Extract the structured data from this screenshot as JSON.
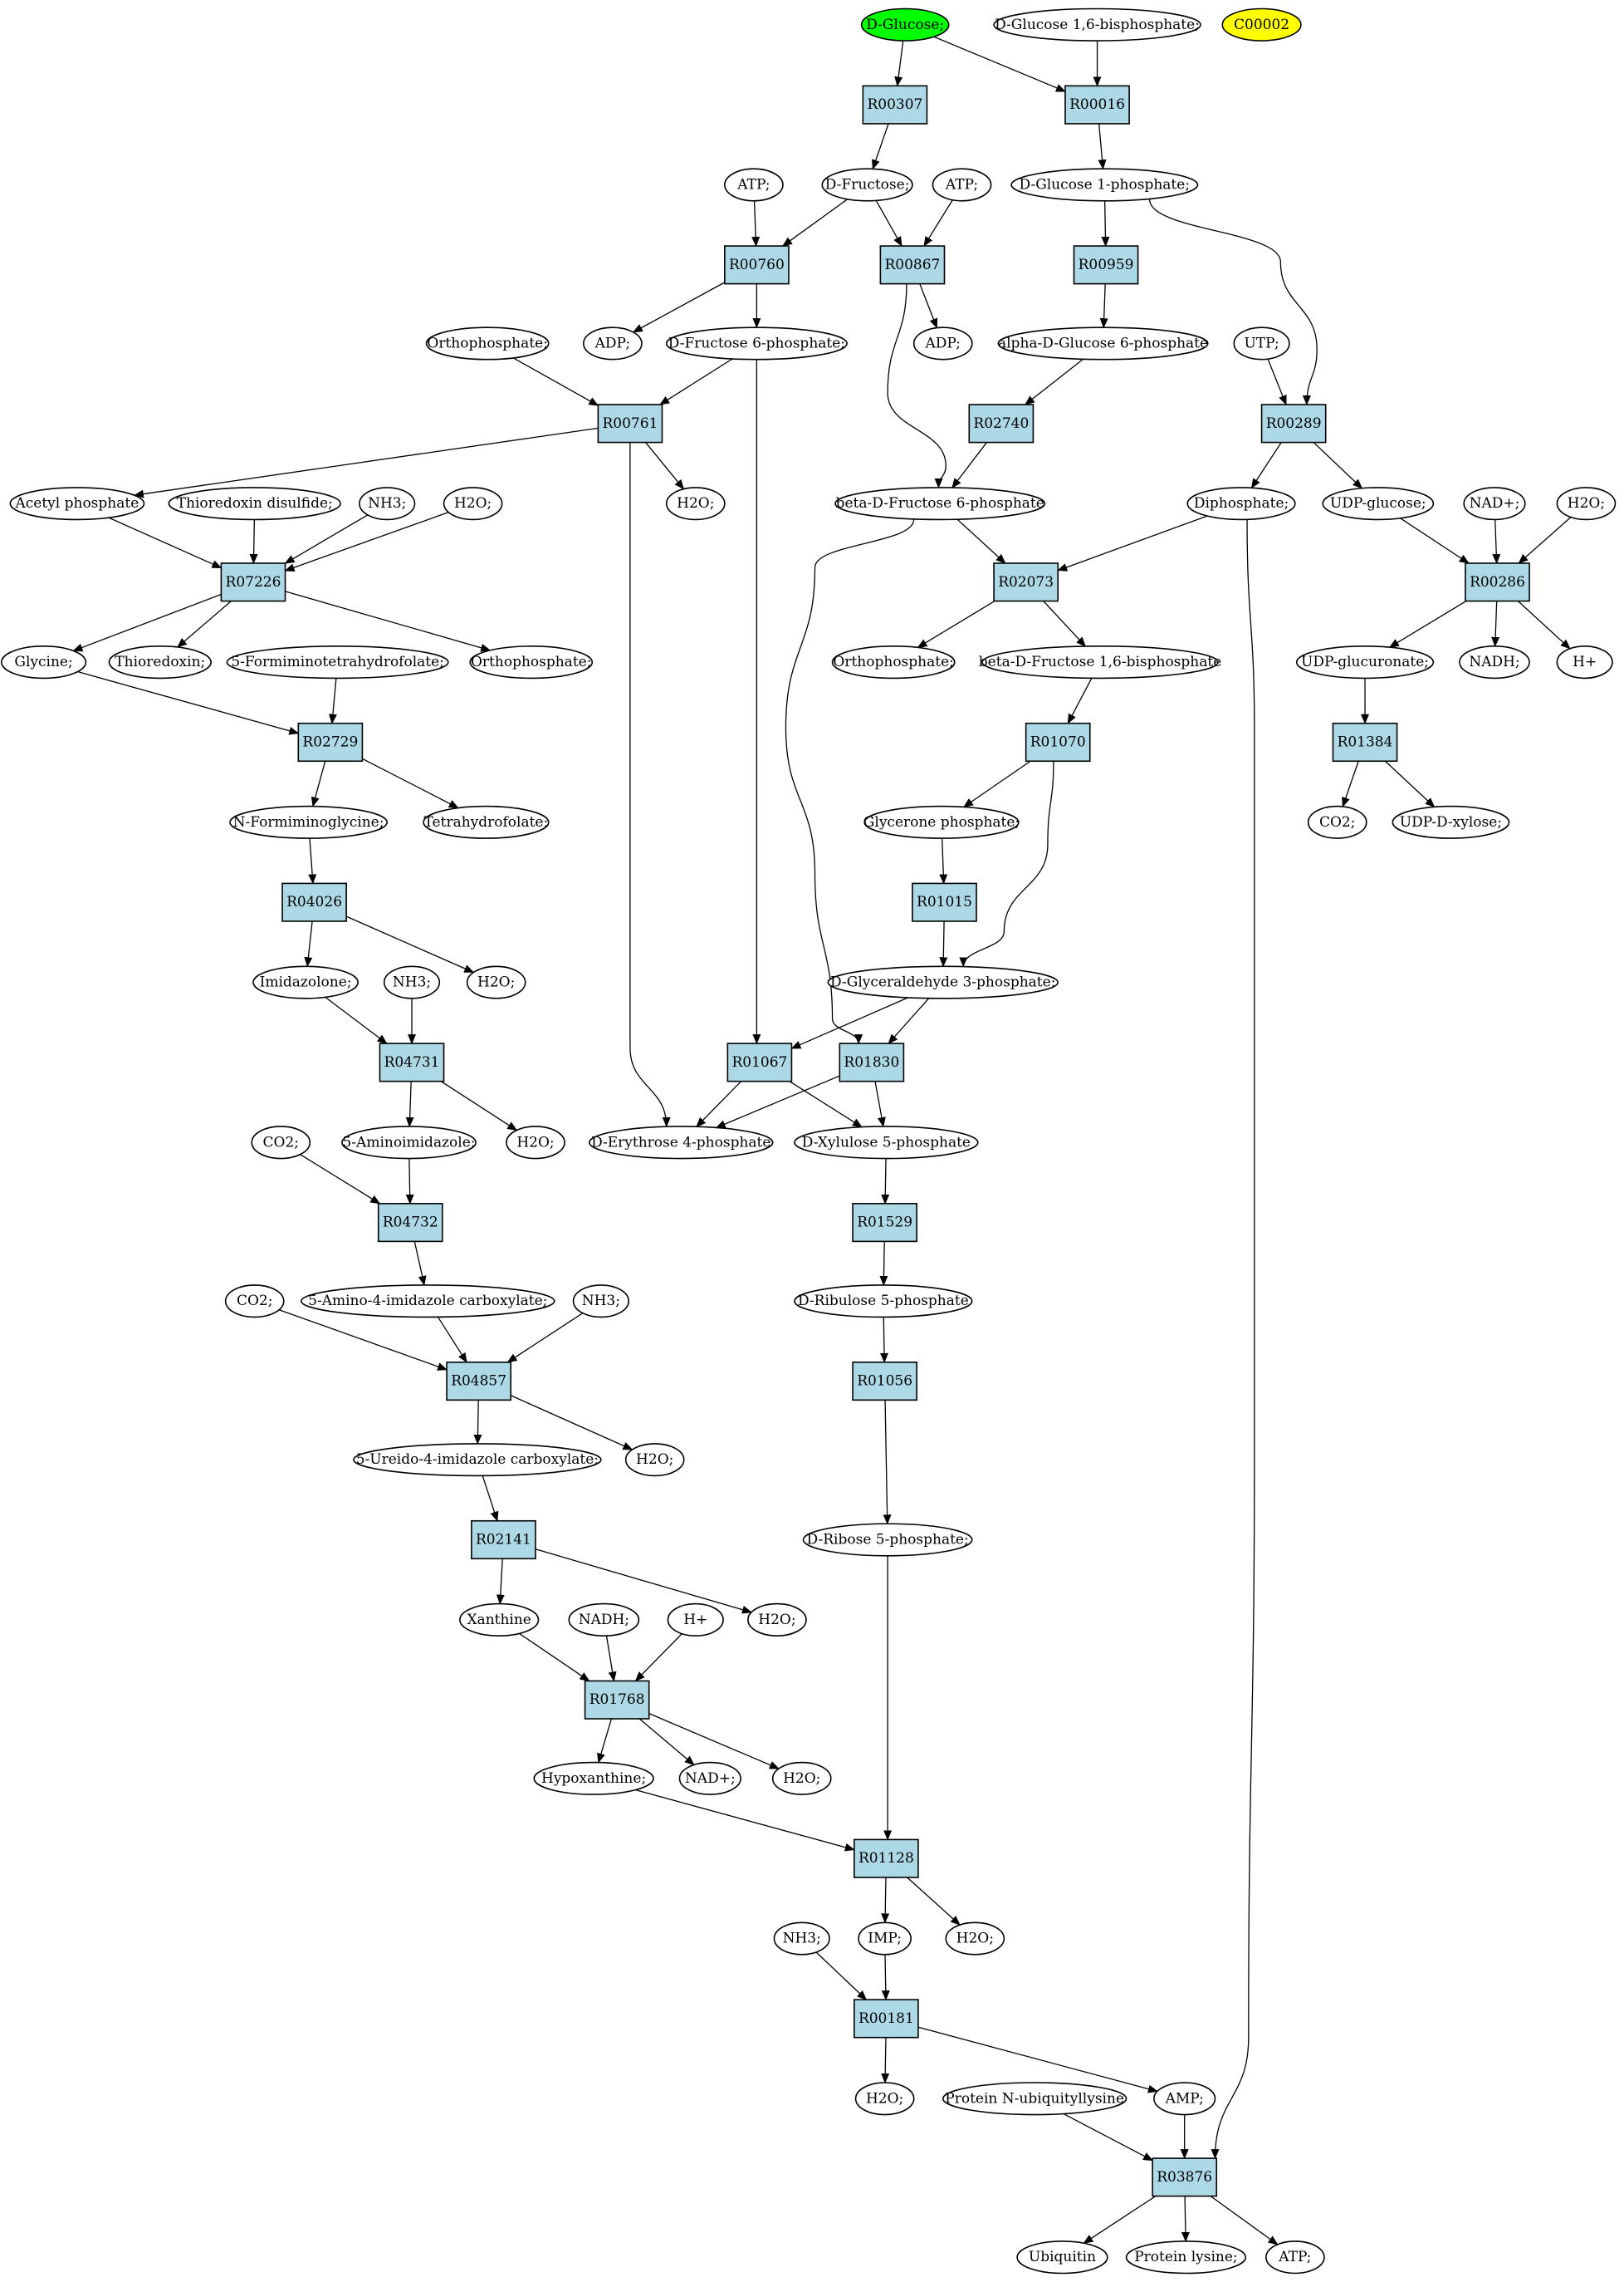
{
  "colors": {
    "reaction_fill": "#add8e6",
    "compound_fill": "#ffffff",
    "start_fill": "#00ff00",
    "highlight_fill": "#ffff00",
    "stroke": "#000000"
  },
  "nodes": {
    "c_glucose": {
      "label": "D-Glucose;",
      "kind": "compound",
      "style": "start"
    },
    "c_g16bp": {
      "label": "D-Glucose 1,6-bisphosphate;",
      "kind": "compound"
    },
    "c_c00002": {
      "label": "C00002",
      "kind": "compound",
      "style": "highlight"
    },
    "r_R00307": {
      "label": "R00307",
      "kind": "reaction"
    },
    "r_R00016": {
      "label": "R00016",
      "kind": "reaction"
    },
    "c_atp1": {
      "label": "ATP;",
      "kind": "compound"
    },
    "c_fructose": {
      "label": "D-Fructose;",
      "kind": "compound"
    },
    "c_atp2": {
      "label": "ATP;",
      "kind": "compound"
    },
    "c_g1p": {
      "label": "D-Glucose 1-phosphate;",
      "kind": "compound"
    },
    "r_R00760": {
      "label": "R00760",
      "kind": "reaction"
    },
    "r_R00867": {
      "label": "R00867",
      "kind": "reaction"
    },
    "r_R00959": {
      "label": "R00959",
      "kind": "reaction"
    },
    "c_orthophosphate1": {
      "label": "Orthophosphate;",
      "kind": "compound"
    },
    "c_adp1": {
      "label": "ADP;",
      "kind": "compound"
    },
    "c_f6p": {
      "label": "D-Fructose 6-phosphate;",
      "kind": "compound"
    },
    "c_adp2": {
      "label": "ADP;",
      "kind": "compound"
    },
    "c_ag6p": {
      "label": "alpha-D-Glucose 6-phosphate",
      "kind": "compound"
    },
    "c_utp": {
      "label": "UTP;",
      "kind": "compound"
    },
    "r_R00761": {
      "label": "R00761",
      "kind": "reaction"
    },
    "r_R02740": {
      "label": "R02740",
      "kind": "reaction"
    },
    "r_R00289": {
      "label": "R00289",
      "kind": "reaction"
    },
    "c_acetylp": {
      "label": "Acetyl phosphate",
      "kind": "compound"
    },
    "c_thiodis": {
      "label": "Thioredoxin disulfide;",
      "kind": "compound"
    },
    "c_nh3_1": {
      "label": "NH3;",
      "kind": "compound"
    },
    "c_h2o_1": {
      "label": "H2O;",
      "kind": "compound"
    },
    "c_h2o_2": {
      "label": "H2O;",
      "kind": "compound"
    },
    "c_bf6p": {
      "label": "beta-D-Fructose 6-phosphate",
      "kind": "compound"
    },
    "c_diphosphate": {
      "label": "Diphosphate;",
      "kind": "compound"
    },
    "c_udpglucose": {
      "label": "UDP-glucose;",
      "kind": "compound"
    },
    "c_nadplus1": {
      "label": "NAD+;",
      "kind": "compound"
    },
    "c_h2o_3": {
      "label": "H2O;",
      "kind": "compound"
    },
    "r_R07226": {
      "label": "R07226",
      "kind": "reaction"
    },
    "r_R02073": {
      "label": "R02073",
      "kind": "reaction"
    },
    "r_R00286": {
      "label": "R00286",
      "kind": "reaction"
    },
    "c_glycine": {
      "label": "Glycine;",
      "kind": "compound"
    },
    "c_thioredoxin": {
      "label": "Thioredoxin;",
      "kind": "compound"
    },
    "c_formthf": {
      "label": "5-Formiminotetrahydrofolate;",
      "kind": "compound"
    },
    "c_orthophosphate2": {
      "label": "Orthophosphate;",
      "kind": "compound"
    },
    "c_orthophosphate3": {
      "label": "Orthophosphate;",
      "kind": "compound"
    },
    "c_bf16bp": {
      "label": "beta-D-Fructose 1,6-bisphosphate",
      "kind": "compound"
    },
    "c_udpglucuronate": {
      "label": "UDP-glucuronate;",
      "kind": "compound"
    },
    "c_nadh1": {
      "label": "NADH;",
      "kind": "compound"
    },
    "c_hplus1": {
      "label": "H+",
      "kind": "compound"
    },
    "r_R02729": {
      "label": "R02729",
      "kind": "reaction"
    },
    "r_R01070": {
      "label": "R01070",
      "kind": "reaction"
    },
    "r_R01384": {
      "label": "R01384",
      "kind": "reaction"
    },
    "c_nformglycine": {
      "label": "N-Formiminoglycine;",
      "kind": "compound"
    },
    "c_thf": {
      "label": "Tetrahydrofolate;",
      "kind": "compound"
    },
    "c_glyceronep": {
      "label": "Glycerone phosphate;",
      "kind": "compound"
    },
    "c_co2_1": {
      "label": "CO2;",
      "kind": "compound"
    },
    "c_udpxylose": {
      "label": "UDP-D-xylose;",
      "kind": "compound"
    },
    "r_R04026": {
      "label": "R04026",
      "kind": "reaction"
    },
    "r_R01015": {
      "label": "R01015",
      "kind": "reaction"
    },
    "c_imidazolone": {
      "label": "Imidazolone;",
      "kind": "compound"
    },
    "c_nh3_2": {
      "label": "NH3;",
      "kind": "compound"
    },
    "c_h2o_4": {
      "label": "H2O;",
      "kind": "compound"
    },
    "c_g3p": {
      "label": "D-Glyceraldehyde 3-phosphate;",
      "kind": "compound"
    },
    "r_R04731": {
      "label": "R04731",
      "kind": "reaction"
    },
    "r_R01067": {
      "label": "R01067",
      "kind": "reaction"
    },
    "r_R01830": {
      "label": "R01830",
      "kind": "reaction"
    },
    "c_co2_2": {
      "label": "CO2;",
      "kind": "compound"
    },
    "c_aminoimid": {
      "label": "5-Aminoimidazole;",
      "kind": "compound"
    },
    "c_h2o_5": {
      "label": "H2O;",
      "kind": "compound"
    },
    "c_e4p": {
      "label": "D-Erythrose 4-phosphate",
      "kind": "compound"
    },
    "c_x5p": {
      "label": "D-Xylulose 5-phosphate",
      "kind": "compound"
    },
    "r_R04732": {
      "label": "R04732",
      "kind": "reaction"
    },
    "r_R01529": {
      "label": "R01529",
      "kind": "reaction"
    },
    "c_co2_3": {
      "label": "CO2;",
      "kind": "compound"
    },
    "c_aic": {
      "label": "5-Amino-4-imidazole carboxylate;",
      "kind": "compound"
    },
    "c_nh3_3": {
      "label": "NH3;",
      "kind": "compound"
    },
    "c_ru5p": {
      "label": "D-Ribulose 5-phosphate",
      "kind": "compound"
    },
    "r_R04857": {
      "label": "R04857",
      "kind": "reaction"
    },
    "r_R01056": {
      "label": "R01056",
      "kind": "reaction"
    },
    "c_uic": {
      "label": "5-Ureido-4-imidazole carboxylate;",
      "kind": "compound"
    },
    "c_h2o_6": {
      "label": "H2O;",
      "kind": "compound"
    },
    "r_R02141": {
      "label": "R02141",
      "kind": "reaction"
    },
    "c_r5p": {
      "label": "D-Ribose 5-phosphate;",
      "kind": "compound"
    },
    "c_xanthine": {
      "label": "Xanthine",
      "kind": "compound"
    },
    "c_nadh2": {
      "label": "NADH;",
      "kind": "compound"
    },
    "c_hplus2": {
      "label": "H+",
      "kind": "compound"
    },
    "c_h2o_7": {
      "label": "H2O;",
      "kind": "compound"
    },
    "r_R01768": {
      "label": "R01768",
      "kind": "reaction"
    },
    "c_hypoxanthine": {
      "label": "Hypoxanthine;",
      "kind": "compound"
    },
    "c_nadplus2": {
      "label": "NAD+;",
      "kind": "compound"
    },
    "c_h2o_8": {
      "label": "H2O;",
      "kind": "compound"
    },
    "r_R01128": {
      "label": "R01128",
      "kind": "reaction"
    },
    "c_nh3_4": {
      "label": "NH3;",
      "kind": "compound"
    },
    "c_imp": {
      "label": "IMP;",
      "kind": "compound"
    },
    "c_h2o_9": {
      "label": "H2O;",
      "kind": "compound"
    },
    "r_R00181": {
      "label": "R00181",
      "kind": "reaction"
    },
    "c_h2o_10": {
      "label": "H2O;",
      "kind": "compound"
    },
    "c_protubq": {
      "label": "Protein N-ubiquityllysine",
      "kind": "compound"
    },
    "c_amp": {
      "label": "AMP;",
      "kind": "compound"
    },
    "r_R03876": {
      "label": "R03876",
      "kind": "reaction"
    },
    "c_ubiquitin": {
      "label": "Ubiquitin",
      "kind": "compound"
    },
    "c_proteinlys": {
      "label": "Protein lysine;",
      "kind": "compound"
    },
    "c_atp3": {
      "label": "ATP;",
      "kind": "compound"
    }
  },
  "edges": [
    [
      "c_glucose",
      "r_R00307"
    ],
    [
      "c_glucose",
      "r_R00016"
    ],
    [
      "c_g16bp",
      "r_R00016"
    ],
    [
      "r_R00307",
      "c_fructose"
    ],
    [
      "r_R00016",
      "c_g1p"
    ],
    [
      "c_atp1",
      "r_R00760"
    ],
    [
      "c_fructose",
      "r_R00760"
    ],
    [
      "c_fructose",
      "r_R00867"
    ],
    [
      "c_atp2",
      "r_R00867"
    ],
    [
      "c_g1p",
      "r_R00959"
    ],
    [
      "c_g1p",
      "r_R00289"
    ],
    [
      "r_R00760",
      "c_adp1"
    ],
    [
      "r_R00760",
      "c_f6p"
    ],
    [
      "r_R00867",
      "c_adp2"
    ],
    [
      "r_R00867",
      "c_bf6p"
    ],
    [
      "r_R00959",
      "c_ag6p"
    ],
    [
      "c_orthophosphate1",
      "r_R00761"
    ],
    [
      "c_f6p",
      "r_R00761"
    ],
    [
      "c_f6p",
      "r_R01067"
    ],
    [
      "c_ag6p",
      "r_R02740"
    ],
    [
      "c_utp",
      "r_R00289"
    ],
    [
      "r_R00761",
      "c_acetylp"
    ],
    [
      "r_R00761",
      "c_h2o_2"
    ],
    [
      "r_R00761",
      "c_e4p"
    ],
    [
      "r_R02740",
      "c_bf6p"
    ],
    [
      "r_R00289",
      "c_diphosphate"
    ],
    [
      "r_R00289",
      "c_udpglucose"
    ],
    [
      "c_acetylp",
      "r_R07226"
    ],
    [
      "c_thiodis",
      "r_R07226"
    ],
    [
      "c_nh3_1",
      "r_R07226"
    ],
    [
      "c_h2o_1",
      "r_R07226"
    ],
    [
      "c_bf6p",
      "r_R02073"
    ],
    [
      "c_bf6p",
      "r_R01830"
    ],
    [
      "c_diphosphate",
      "r_R02073"
    ],
    [
      "c_diphosphate",
      "r_R03876"
    ],
    [
      "c_udpglucose",
      "r_R00286"
    ],
    [
      "c_nadplus1",
      "r_R00286"
    ],
    [
      "c_h2o_3",
      "r_R00286"
    ],
    [
      "r_R07226",
      "c_glycine"
    ],
    [
      "r_R07226",
      "c_thioredoxin"
    ],
    [
      "r_R07226",
      "c_orthophosphate2"
    ],
    [
      "r_R02073",
      "c_orthophosphate3"
    ],
    [
      "r_R02073",
      "c_bf16bp"
    ],
    [
      "r_R00286",
      "c_udpglucuronate"
    ],
    [
      "r_R00286",
      "c_nadh1"
    ],
    [
      "r_R00286",
      "c_hplus1"
    ],
    [
      "c_glycine",
      "r_R02729"
    ],
    [
      "c_formthf",
      "r_R02729"
    ],
    [
      "c_bf16bp",
      "r_R01070"
    ],
    [
      "c_udpglucuronate",
      "r_R01384"
    ],
    [
      "r_R02729",
      "c_nformglycine"
    ],
    [
      "r_R02729",
      "c_thf"
    ],
    [
      "r_R01070",
      "c_glyceronep"
    ],
    [
      "r_R01070",
      "c_g3p"
    ],
    [
      "r_R01384",
      "c_co2_1"
    ],
    [
      "r_R01384",
      "c_udpxylose"
    ],
    [
      "c_nformglycine",
      "r_R04026"
    ],
    [
      "c_glyceronep",
      "r_R01015"
    ],
    [
      "r_R04026",
      "c_imidazolone"
    ],
    [
      "r_R04026",
      "c_h2o_4"
    ],
    [
      "r_R01015",
      "c_g3p"
    ],
    [
      "c_imidazolone",
      "r_R04731"
    ],
    [
      "c_nh3_2",
      "r_R04731"
    ],
    [
      "c_g3p",
      "r_R01067"
    ],
    [
      "c_g3p",
      "r_R01830"
    ],
    [
      "r_R04731",
      "c_aminoimid"
    ],
    [
      "r_R04731",
      "c_h2o_5"
    ],
    [
      "r_R01067",
      "c_e4p"
    ],
    [
      "r_R01067",
      "c_x5p"
    ],
    [
      "r_R01830",
      "c_e4p"
    ],
    [
      "r_R01830",
      "c_x5p"
    ],
    [
      "c_co2_2",
      "r_R04732"
    ],
    [
      "c_aminoimid",
      "r_R04732"
    ],
    [
      "c_x5p",
      "r_R01529"
    ],
    [
      "r_R04732",
      "c_aic"
    ],
    [
      "r_R01529",
      "c_ru5p"
    ],
    [
      "c_co2_3",
      "r_R04857"
    ],
    [
      "c_aic",
      "r_R04857"
    ],
    [
      "c_nh3_3",
      "r_R04857"
    ],
    [
      "c_ru5p",
      "r_R01056"
    ],
    [
      "r_R04857",
      "c_uic"
    ],
    [
      "r_R04857",
      "c_h2o_6"
    ],
    [
      "r_R01056",
      "c_r5p"
    ],
    [
      "c_uic",
      "r_R02141"
    ],
    [
      "r_R02141",
      "c_xanthine"
    ],
    [
      "r_R02141",
      "c_h2o_7"
    ],
    [
      "c_xanthine",
      "r_R01768"
    ],
    [
      "c_nadh2",
      "r_R01768"
    ],
    [
      "c_hplus2",
      "r_R01768"
    ],
    [
      "r_R01768",
      "c_hypoxanthine"
    ],
    [
      "r_R01768",
      "c_nadplus2"
    ],
    [
      "r_R01768",
      "c_h2o_8"
    ],
    [
      "c_hypoxanthine",
      "r_R01128"
    ],
    [
      "c_r5p",
      "r_R01128"
    ],
    [
      "r_R01128",
      "c_imp"
    ],
    [
      "r_R01128",
      "c_h2o_9"
    ],
    [
      "c_nh3_4",
      "r_R00181"
    ],
    [
      "c_imp",
      "r_R00181"
    ],
    [
      "r_R00181",
      "c_h2o_10"
    ],
    [
      "r_R00181",
      "c_amp"
    ],
    [
      "c_protubq",
      "r_R03876"
    ],
    [
      "c_amp",
      "r_R03876"
    ],
    [
      "r_R03876",
      "c_ubiquitin"
    ],
    [
      "r_R03876",
      "c_proteinlys"
    ],
    [
      "r_R03876",
      "c_atp3"
    ]
  ]
}
